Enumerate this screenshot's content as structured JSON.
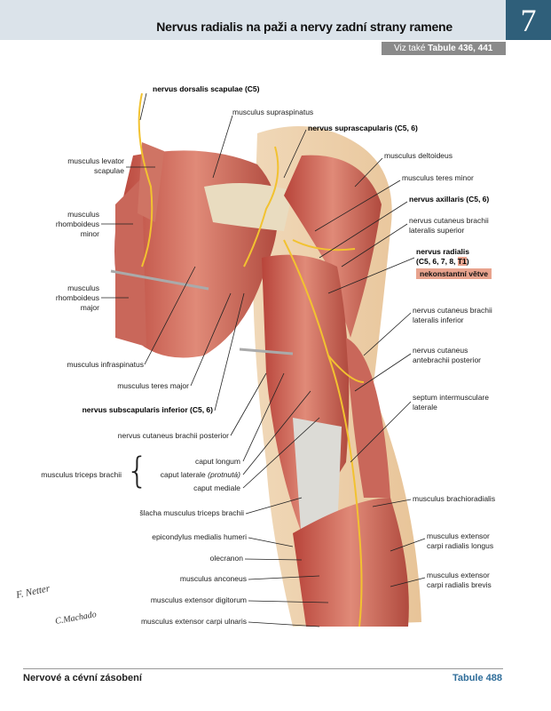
{
  "header": {
    "title": "Nervus radialis na paži a nervy zadní strany ramene",
    "chapter": "7",
    "see_also_prefix": "Viz také",
    "see_also_ref": "Tabule 436, 441"
  },
  "labels": {
    "n_dorsalis_scapulae": "nervus dorsalis scapulae (C5)",
    "m_supraspinatus": "musculus supraspinatus",
    "n_suprascapularis": "nervus suprascapularis (C5, 6)",
    "m_levator_1": "musculus levator",
    "m_levator_2": "scapulae",
    "m_rh_minor_1": "musculus",
    "m_rh_minor_2": "rhomboideus",
    "m_rh_minor_3": "minor",
    "m_rh_major_1": "musculus",
    "m_rh_major_2": "rhomboideus",
    "m_rh_major_3": "major",
    "m_infraspinatus": "musculus infraspinatus",
    "m_teres_major": "musculus teres major",
    "n_subscapularis": "nervus subscapularis inferior (C5, 6)",
    "n_cut_br_post": "nervus cutaneus brachii posterior",
    "m_triceps": "musculus triceps brachii",
    "caput_longum": "caput longum",
    "caput_laterale": "caput laterale",
    "caput_laterale_note": "(protnutá)",
    "caput_mediale": "caput mediale",
    "slacha": "šlacha musculus triceps brachii",
    "epicondylus": "epicondylus medialis humeri",
    "olecranon": "olecranon",
    "m_anconeus": "musculus anconeus",
    "m_ext_dig": "musculus extensor digitorum",
    "m_ext_carpi_uln": "musculus extensor carpi ulnaris",
    "m_deltoideus": "musculus deltoideus",
    "m_teres_minor": "musculus teres minor",
    "n_axillaris": "nervus axillaris (C5, 6)",
    "n_cut_lat_sup_1": "nervus cutaneus brachii",
    "n_cut_lat_sup_2": "lateralis superior",
    "n_radialis_1": "nervus radialis",
    "n_radialis_2": "(C5, 6, 7, 8, ",
    "n_radialis_t1": "T1",
    "n_radialis_3": ")",
    "badge": "nekonstantní větve",
    "n_cut_lat_inf_1": "nervus cutaneus brachii",
    "n_cut_lat_inf_2": "lateralis inferior",
    "n_cut_ante_1": "nervus cutaneus",
    "n_cut_ante_2": "antebrachii posterior",
    "septum_1": "septum intermusculare",
    "septum_2": "laterale",
    "m_brachioradialis": "musculus brachioradialis",
    "m_ecrl_1": "musculus extensor",
    "m_ecrl_2": "carpi radialis longus",
    "m_ecrb_1": "musculus extensor",
    "m_ecrb_2": "carpi radialis brevis"
  },
  "signature": {
    "artist": "F. Netter",
    "artist2": "C.Machado"
  },
  "footer": {
    "section": "Nervové a cévní zásobení",
    "plate": "Tabule 488"
  },
  "colors": {
    "header_bg": "#dbe3ea",
    "chapter_bg": "#2f5f7a",
    "muscle": "#c8584a",
    "nerve": "#f2c230",
    "badge": "#e8a38e"
  }
}
